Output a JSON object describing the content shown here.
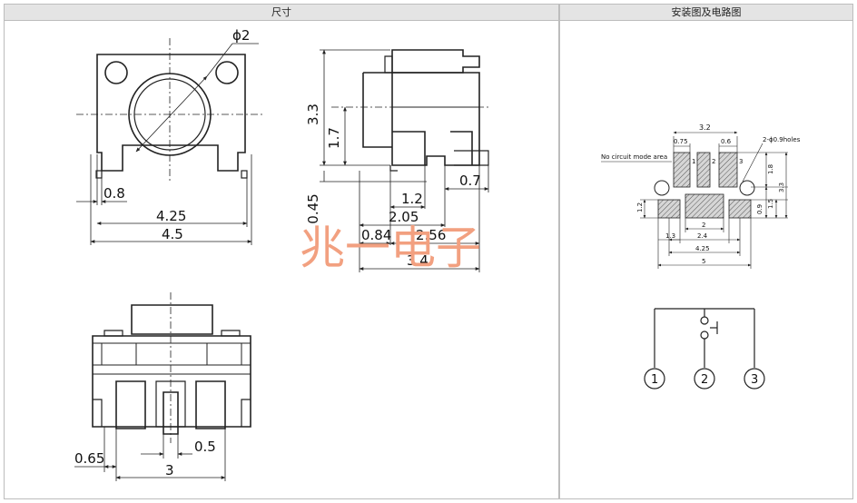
{
  "headers": {
    "left": "尺寸",
    "right": "安装图及电路图"
  },
  "colors": {
    "line": "#222222",
    "hatch_fill": "#c8c8c8",
    "watermark": "#f2a080",
    "header_bg": "#e4e4e4"
  },
  "watermark": "兆一电子",
  "front_view": {
    "diameter": "ϕ2",
    "dim_08": "0.8",
    "dim_425": "4.25",
    "dim_45": "4.5"
  },
  "side_view": {
    "dim_33": "3.3",
    "dim_17": "1.7",
    "dim_07": "0.7",
    "dim_12": "1.2",
    "dim_045": "0.45",
    "dim_205": "2.05",
    "dim_084": "0.84",
    "dim_256": "2.56",
    "dim_34": "3.4"
  },
  "bottom_view": {
    "dim_065": "0.65",
    "dim_05": "0.5",
    "dim_3": "3"
  },
  "pcb_layout": {
    "dim_32": "3.2",
    "dim_075": "0.75",
    "dim_06": "0.6",
    "holes_note": "2-ϕ0.9holes",
    "no_circuit_note": "No circuit mode area",
    "pad_1": "1",
    "pad_2": "2",
    "pad_3": "3",
    "dim_18": "1.8",
    "dim_33": "3.3",
    "dim_15": "1.5",
    "dim_09": "0.9",
    "dim_12": "1.2",
    "dim_2": "2",
    "dim_24": "2.4",
    "dim_13": "1.3",
    "dim_425": "4.25",
    "dim_5": "5"
  },
  "circuit": {
    "pin_1": "1",
    "pin_2": "2",
    "pin_3": "3"
  }
}
